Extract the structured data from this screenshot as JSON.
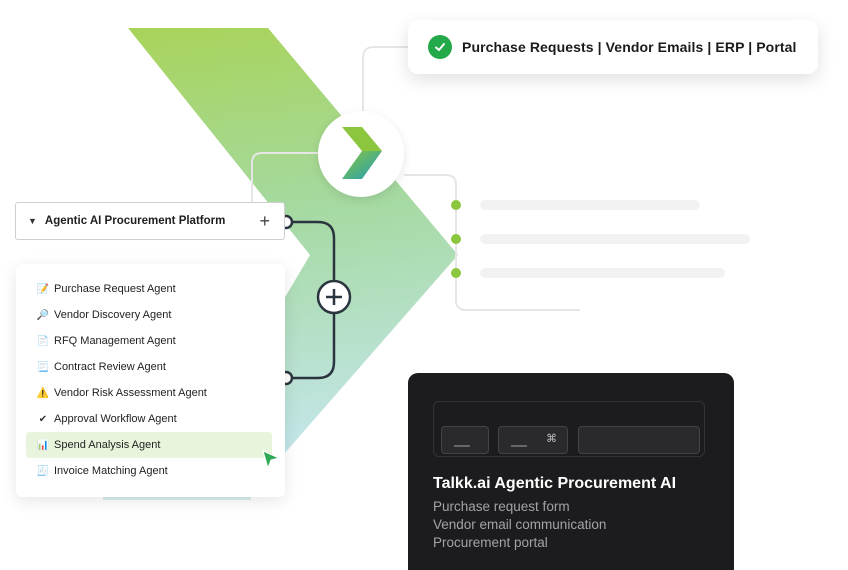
{
  "sources": {
    "text": "Purchase Requests | Vendor Emails | ERP | Portal"
  },
  "platform": {
    "title": "Agentic AI Procurement Platform"
  },
  "agents": [
    {
      "label": "Purchase Request Agent",
      "icon": "memo-icon",
      "glyph": "📝"
    },
    {
      "label": "Vendor Discovery Agent",
      "icon": "magnifier-icon",
      "glyph": "🔎"
    },
    {
      "label": "RFQ Management Agent",
      "icon": "document-icon",
      "glyph": "📄"
    },
    {
      "label": "Contract Review Agent",
      "icon": "page-icon",
      "glyph": "📃"
    },
    {
      "label": "Vendor Risk Assessment Agent",
      "icon": "warning-icon",
      "glyph": "⚠️"
    },
    {
      "label": "Approval Workflow Agent",
      "icon": "checkmark-icon",
      "glyph": "✔"
    },
    {
      "label": "Spend Analysis Agent",
      "icon": "bar-chart-icon",
      "glyph": "📊",
      "active": true
    },
    {
      "label": "Invoice Matching Agent",
      "icon": "receipt-icon",
      "glyph": "🧾"
    }
  ],
  "product": {
    "title": "Talkk.ai Agentic Procurement AI",
    "key_symbol": "⌘",
    "lines": [
      "Purchase request form",
      "Vendor email communication",
      "Procurement portal"
    ]
  },
  "colors": {
    "accent_green": "#23a84a",
    "lime": "#8cc63f",
    "teal": "#2aa6b4",
    "active_row": "#e9f4dc"
  }
}
